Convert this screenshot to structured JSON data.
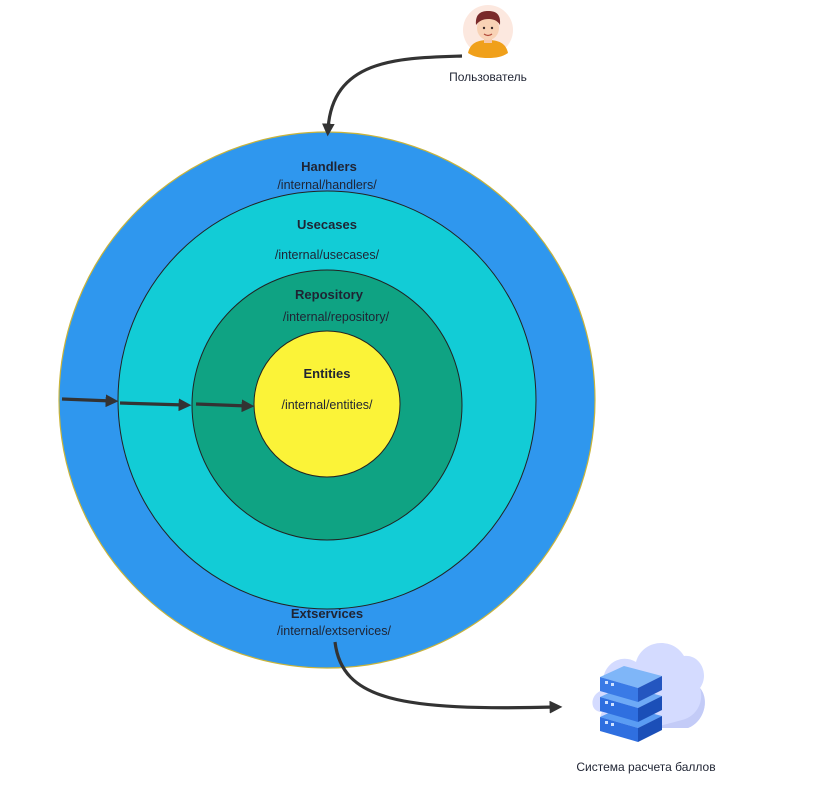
{
  "user": {
    "label": "Пользователь"
  },
  "layers": {
    "handlers": {
      "title": "Handlers",
      "path": "/internal/handlers/"
    },
    "usecases": {
      "title": "Usecases",
      "path": "/internal/usecases/"
    },
    "repository": {
      "title": "Repository",
      "path": "/internal/repository/"
    },
    "entities": {
      "title": "Entities",
      "path": "/internal/entities/"
    },
    "extservices": {
      "title": "Extservices",
      "path": "/internal/extservices/"
    }
  },
  "external_system": {
    "label": "Система расчета баллов"
  },
  "colors": {
    "handlers": "#2f97ee",
    "usecases": "#12ccd6",
    "repository": "#0fa383",
    "entities": "#fbf338",
    "arrow": "#333333"
  },
  "icons": {
    "user": "user-avatar-icon",
    "server": "cloud-server-icon"
  }
}
